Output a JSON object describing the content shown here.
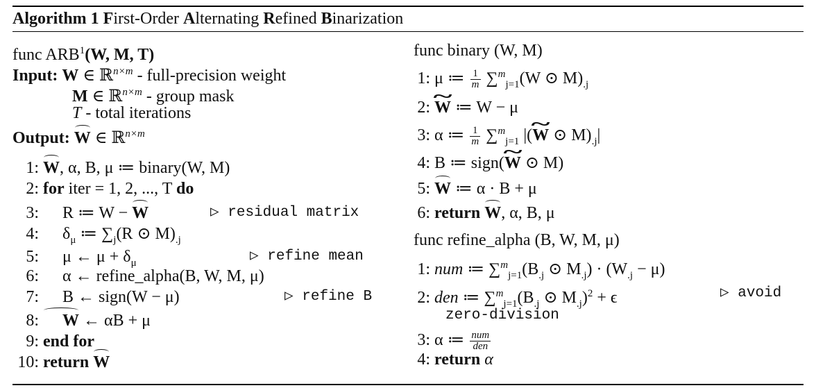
{
  "algorithm": {
    "caption_label": "Algorithm 1",
    "title_words": [
      {
        "initial": "F",
        "rest": "irst-Order "
      },
      {
        "initial": "A",
        "rest": "lternating "
      },
      {
        "initial": "R",
        "rest": "efined "
      },
      {
        "initial": "B",
        "rest": "inarization"
      }
    ]
  },
  "left": {
    "func_keyword": "func",
    "func_name": "ARB",
    "func_sup": "1",
    "func_args": "(W, M, T)",
    "input_label": "Input:",
    "inputs": [
      {
        "symbol": "W",
        "set": "∈ ℝ",
        "exp": "n×m",
        "desc": " - full-precision weight"
      },
      {
        "symbol": "M",
        "set": "∈ ℝ",
        "exp": "n×m",
        "desc": " - group mask"
      },
      {
        "symbol": "T",
        "set": "",
        "exp": "",
        "desc": " - total iterations"
      }
    ],
    "output_label": "Output:",
    "output": {
      "symbol": "W",
      "set": "∈ ℝ",
      "exp": "n×m"
    },
    "steps": [
      {
        "n": "1:",
        "text": ", α, B, μ ≔ binary(W, M)"
      },
      {
        "n": "2:",
        "kw": "for",
        "text": " iter = 1, 2, ..., T ",
        "kw2": "do"
      },
      {
        "n": "3:",
        "text": "R ≔ W − ",
        "comment": "▷ residual matrix"
      },
      {
        "n": "4:",
        "text": "δ",
        "sub": "μ",
        "text2": " ≔ ∑",
        "sub2": "j",
        "text3": "(R ⊙ M)",
        "sub3": ".j"
      },
      {
        "n": "5:",
        "text": "μ ← μ + δ",
        "sub": "μ",
        "comment": "▷ refine mean"
      },
      {
        "n": "6:",
        "text": "α ← refine_alpha(B, W, M, μ)"
      },
      {
        "n": "7:",
        "text": "B ← sign(W − μ)",
        "comment": "▷ refine B"
      },
      {
        "n": "8:",
        "text": " ← αB + μ"
      },
      {
        "n": "9:",
        "kw": "end for"
      },
      {
        "n": "10:",
        "kw": "return"
      }
    ]
  },
  "right": {
    "binary_header": "func binary (W, M)",
    "binary_steps": [
      {
        "n": "1:",
        "text": "μ ≔ ",
        "frac_num": "1",
        "frac_den": "m",
        "text2": " ∑",
        "sup": "m",
        "sub": "j=1",
        "text3": "(W ⊙ M)",
        "sub3": ".j"
      },
      {
        "n": "2:",
        "text": " ≔ W − μ"
      },
      {
        "n": "3:",
        "text": "α ≔ ",
        "frac_num": "1",
        "frac_den": "m",
        "text2": " ∑",
        "sup": "m",
        "sub": "j=1",
        "text3": " |(",
        "text4": " ⊙ M)",
        "sub3": ".j",
        "text5": "|"
      },
      {
        "n": "4:",
        "text": "B ≔ sign(",
        "text2": " ⊙ M)"
      },
      {
        "n": "5:",
        "text": " ≔ α · B + μ"
      },
      {
        "n": "6:",
        "kw": "return",
        "text": ", α, B, μ"
      }
    ],
    "refine_header": "func refine_alpha (B, W, M, μ)",
    "refine_steps": [
      {
        "n": "1:",
        "var": "num",
        "text": " ≔ ∑",
        "sup": "m",
        "sub": "j=1",
        "text2": "(B",
        "s1": ".j",
        "text3": " ⊙ M",
        "s2": ".j",
        "text4": ") · (W",
        "s3": ".j",
        "text5": " − μ)"
      },
      {
        "n": "2:",
        "var": "den",
        "text": " ≔ ∑",
        "sup": "m",
        "sub": "j=1",
        "text2": "(B",
        "s1": ".j",
        "text3": " ⊙ M",
        "s2": ".j",
        "text4": ")",
        "sup2": "2",
        "text5": " + ϵ",
        "comment": "▷ avoid",
        "comment2": "zero-division"
      },
      {
        "n": "3:",
        "text": "α ≔ ",
        "frac_num": "num",
        "frac_den": "den"
      },
      {
        "n": "4:",
        "kw": "return",
        "text": " α"
      }
    ]
  }
}
